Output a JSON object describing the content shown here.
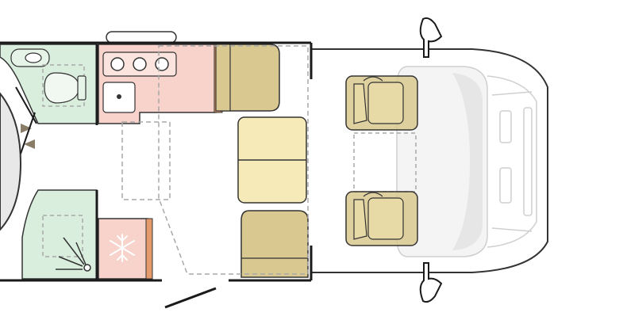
{
  "floorplan": {
    "description_labels": [],
    "colors": {
      "wall": "#1a1a1a",
      "outline": "#333333",
      "bathroom": "#d9eedd",
      "kitchen": "#f7d3cc",
      "seat_dark": "#d9c88f",
      "seat_light": "#f6eab8",
      "counter_edge": "#e59a6b",
      "cab_line": "#cfcfcf",
      "dashed": "#a8a8a8",
      "door_arrow": "#8a7d68",
      "snow": "#ffffff"
    },
    "zones": [
      {
        "name": "bathroom-toilet",
        "fill": "bathroom"
      },
      {
        "name": "kitchen",
        "fill": "kitchen"
      },
      {
        "name": "rear-bench",
        "fill": "seat_dark"
      },
      {
        "name": "dinette-table",
        "fill": "seat_light"
      },
      {
        "name": "front-bench",
        "fill": "seat_dark"
      },
      {
        "name": "shower",
        "fill": "bathroom"
      },
      {
        "name": "fridge",
        "fill": "kitchen"
      },
      {
        "name": "driver-seat",
        "fill": "seat_dark"
      },
      {
        "name": "passenger-seat",
        "fill": "seat_dark"
      },
      {
        "name": "cab"
      }
    ],
    "icons": [
      "sink-icon",
      "toilet-icon",
      "hob-icon",
      "kitchen-sink-icon",
      "shower-tray-icon",
      "shower-drain-icon",
      "snowflake-icon",
      "door-arrow-icon",
      "side-mirror-icon"
    ]
  }
}
